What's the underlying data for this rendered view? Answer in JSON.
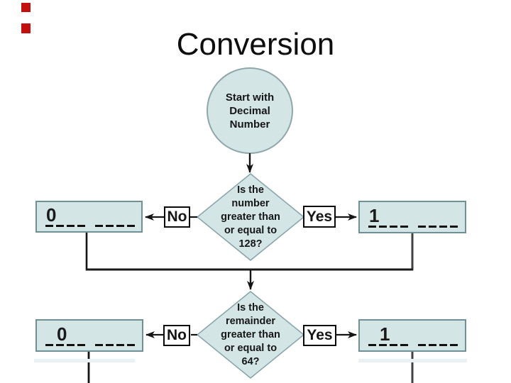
{
  "title": "Conversion",
  "colors": {
    "background": "#ffffff",
    "shape_fill": "#d4e5e6",
    "shape_border": "#86a4aa",
    "result_box_border": "#6f9097",
    "connector_black": "#1a1a1a",
    "connector_dark_gray": "#3f4244",
    "label_box_fill": "#ffffff",
    "label_box_border": "#0a0a0a",
    "text": "#161616",
    "red_marks": "#c20f0f",
    "ghost_line": "#e9f1f2"
  },
  "flowchart": {
    "start": {
      "lines": [
        "Start with",
        "Decimal",
        "Number"
      ]
    },
    "decision1": {
      "lines": [
        "Is the",
        "number",
        "greater than",
        "or equal to",
        "128?"
      ]
    },
    "decision2": {
      "lines": [
        "Is the",
        "remainder",
        "greater than",
        "or equal to",
        "64?"
      ]
    },
    "branch1": {
      "no": "No",
      "yes": "Yes"
    },
    "branch2": {
      "no": "No",
      "yes": "Yes"
    },
    "results": {
      "row1_left": {
        "digit": "0",
        "digit_slot": 1,
        "dash_slots": 8
      },
      "row1_right": {
        "digit": "1",
        "digit_slot": 1,
        "dash_slots": 8
      },
      "row2_left": {
        "digit": "0",
        "digit_slot": 2,
        "dash_slots": 8
      },
      "row2_right": {
        "digit": "1",
        "digit_slot": 2,
        "dash_slots": 8
      }
    }
  }
}
